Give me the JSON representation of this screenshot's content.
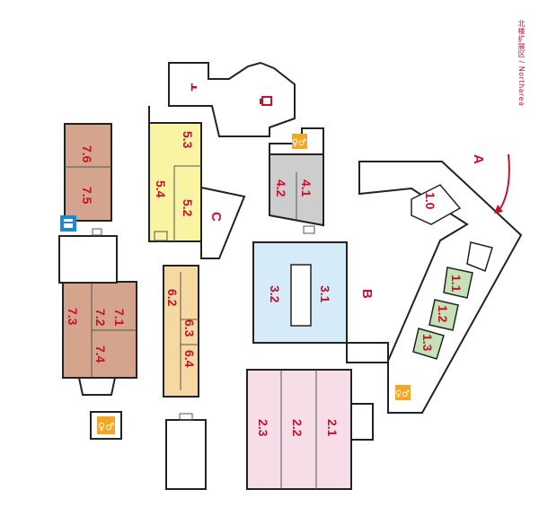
{
  "title": "北楼扩展区 / Northarea",
  "colors": {
    "red": "#c8102e",
    "brown": "#d4a58c",
    "yellow": "#f8f4a2",
    "orange": "#f6d9a0",
    "blue": "#d5ecf8",
    "pink": "#f7dde7",
    "gray": "#cdcdcd",
    "green": "#c4e2b6",
    "wall": "#222222",
    "restroom": "#f5a623",
    "info": "#1e88d0"
  },
  "rooms": {
    "r76": "7.6",
    "r75": "7.5",
    "r73": "7.3",
    "r72": "7.2",
    "r71": "7.1",
    "r74": "7.4",
    "r53": "5.3",
    "r54": "5.4",
    "r52": "5.2",
    "r62": "6.2",
    "r63": "6.3",
    "r64": "6.4",
    "r41": "4.1",
    "r42": "4.2",
    "r32": "3.2",
    "r31": "3.1",
    "r23": "2.3",
    "r22": "2.2",
    "r21": "2.1",
    "r10": "1.0",
    "r11": "1.1",
    "r12": "1.2",
    "r13": "1.3"
  },
  "zones": {
    "a": "A",
    "b": "B",
    "c": "C"
  },
  "icons": {
    "restroom": "restroom-icon",
    "info": "information-desk-icon",
    "entrance_arrow": "entrance-arrow-icon",
    "cafe": "cafe-icon"
  }
}
